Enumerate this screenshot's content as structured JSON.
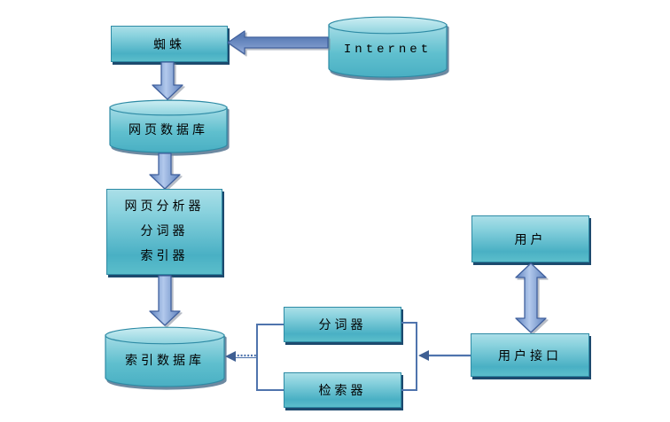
{
  "diagram": {
    "nodes": {
      "spider": {
        "label": "蜘蛛"
      },
      "internet": {
        "label": "Internet"
      },
      "web_db": {
        "label": "网页数据库"
      },
      "analyzer": {
        "lines": [
          "网页分析器",
          "分词器",
          "索引器"
        ]
      },
      "index_db": {
        "label": "索引数据库"
      },
      "tokenizer": {
        "label": "分词器"
      },
      "retriever": {
        "label": "检索器"
      },
      "user": {
        "label": "用户"
      },
      "user_interface": {
        "label": "用户接口"
      }
    },
    "edges": [
      {
        "from": "internet",
        "to": "spider",
        "style": "block-arrow-left"
      },
      {
        "from": "spider",
        "to": "web_db",
        "style": "block-arrow-down"
      },
      {
        "from": "web_db",
        "to": "analyzer",
        "style": "block-arrow-down"
      },
      {
        "from": "analyzer",
        "to": "index_db",
        "style": "block-arrow-down"
      },
      {
        "from": "user",
        "to": "user_interface",
        "style": "block-arrow-double-vertical"
      },
      {
        "from": "user_interface",
        "to": "tokenizer+retriever",
        "style": "thin-arrow-left"
      },
      {
        "from": "tokenizer+retriever",
        "to": "index_db",
        "style": "dotted-arrow-left"
      }
    ],
    "colors": {
      "shape_border": "#2e8ba5",
      "shape_fill_light": "#aadfe8",
      "shape_fill_dark": "#49b0c4",
      "shadow": "#1d4a6e",
      "arrow_fill_light": "#b2c9ec",
      "arrow_fill_dark": "#5d80bd",
      "arrow_outline": "#41619e",
      "connector": "#4f74ad"
    }
  }
}
